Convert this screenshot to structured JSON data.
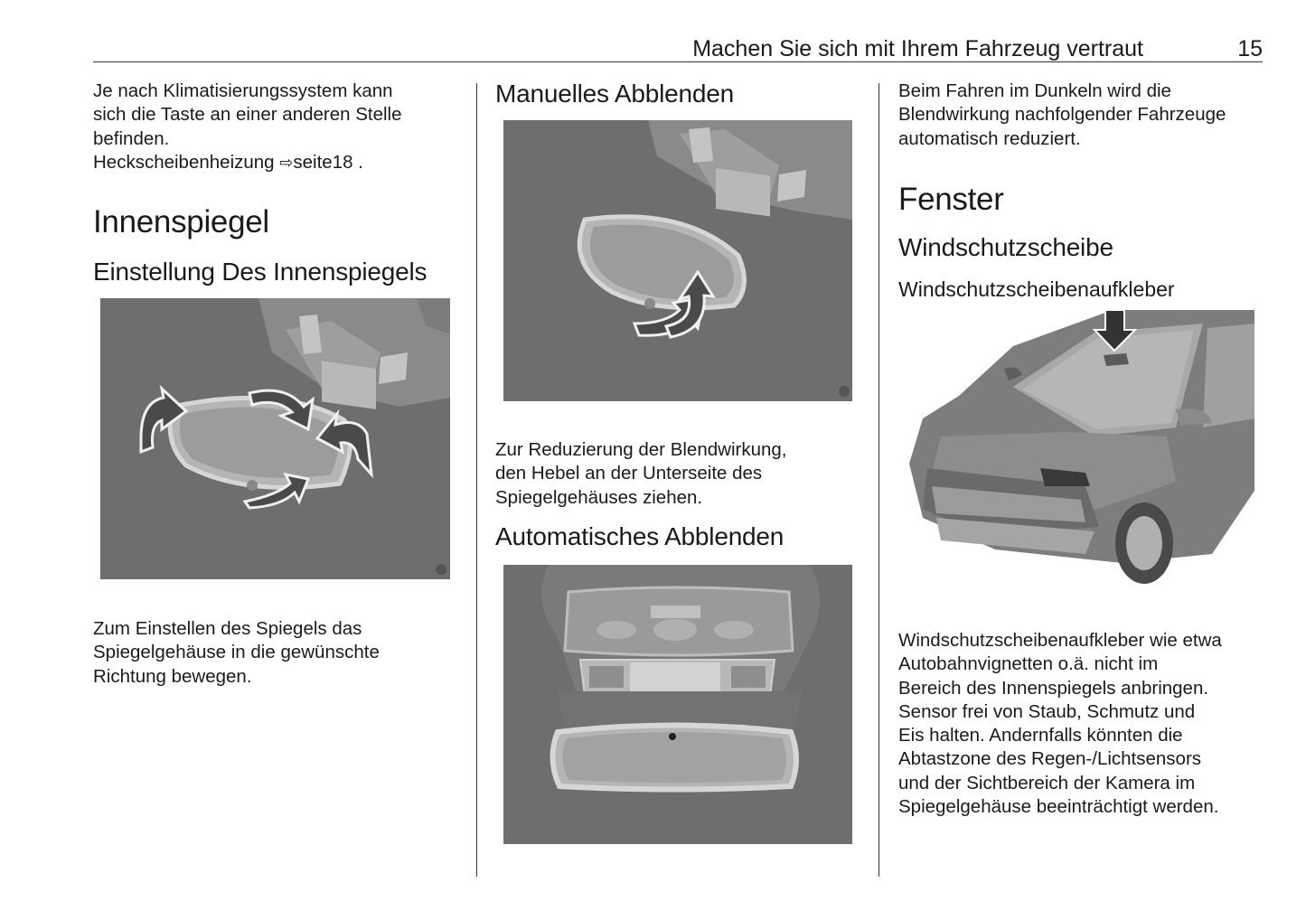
{
  "header": {
    "title": "Machen Sie sich mit Ihrem Fahrzeug vertraut",
    "page_number": "15"
  },
  "left_column": {
    "intro_lines": [
      "Je nach Klimatisierungssystem kann",
      "sich die Taste an einer anderen Stelle",
      "befinden."
    ],
    "xref": {
      "text": "Heckscheibenheizung ",
      "arrow": "⇨",
      "link": "seite18",
      "suffix": " ."
    },
    "section_title": "Innenspiegel",
    "subsection_title": "Einstellung Des Innenspiegels",
    "figure_icon": "mirror-adjust-arrows-illustration",
    "caption_lines": [
      "Zum Einstellen des Spiegels das",
      "Spiegelgehäuse in die gewünschte",
      "Richtung bewegen."
    ]
  },
  "middle_column": {
    "manual_title": "Manuelles Abblenden",
    "manual_figure_icon": "mirror-lever-illustration",
    "manual_text_lines": [
      "Zur Reduzierung der Blendwirkung,",
      "den Hebel an der Unterseite des",
      "Spiegelgehäuses ziehen."
    ],
    "auto_title": "Automatisches Abblenden",
    "auto_figure_icon": "auto-dimming-mirror-illustration"
  },
  "right_column": {
    "intro_lines": [
      "Beim Fahren im Dunkeln wird die",
      "Blendwirkung nachfolgender Fahrzeuge",
      "automatisch reduziert."
    ],
    "section_title": "Fenster",
    "subsection_title": "Windschutzscheibe",
    "subsubsection_title": "Windschutzscheibenaufkleber",
    "figure_icon": "car-windshield-sticker-illustration",
    "text_lines": [
      "Windschutzscheibenaufkleber wie etwa",
      "Autobahnvignetten o.ä. nicht im",
      "Bereich des Innenspiegels anbringen.",
      "Sensor frei von Staub, Schmutz und",
      "Eis halten. Andernfalls könnten die",
      "Abtastzone des Regen-/Lichtsensors",
      "und der Sichtbereich der Kamera im",
      "Spiegelgehäuse beeinträchtigt werden."
    ]
  }
}
